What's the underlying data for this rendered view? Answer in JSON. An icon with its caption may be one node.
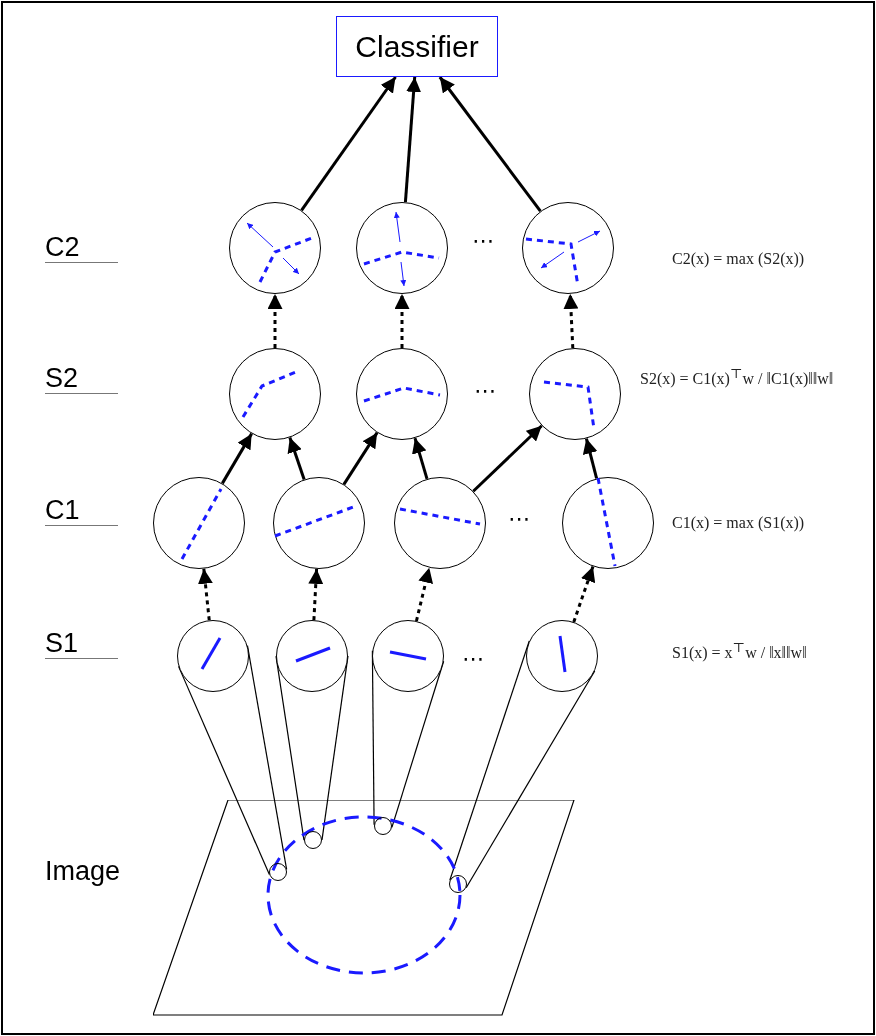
{
  "diagram": {
    "nodes": [
      {
        "text": [
          "Classifier"
        ]
      },
      {
        "text": [],
        "shape": "circle"
      },
      {
        "text": [],
        "shape": "circle"
      },
      {
        "text": [],
        "shape": "circle"
      },
      {
        "text": [],
        "shape": "circle"
      },
      {
        "text": [],
        "shape": "circle"
      },
      {
        "text": [],
        "shape": "circle"
      },
      {
        "text": [],
        "shape": "circle"
      },
      {
        "text": [],
        "shape": "circle"
      },
      {
        "text": [],
        "shape": "circle"
      },
      {
        "text": [],
        "shape": "circle"
      },
      {
        "text": [],
        "shape": "circle"
      },
      {
        "text": [],
        "shape": "circle"
      },
      {
        "text": [],
        "shape": "circle"
      },
      {
        "text": [],
        "shape": "circle"
      },
      {
        "text": [],
        "shape": "picture",
        "beside": [
          "Image"
        ]
      },
      {
        "text": [],
        "shape": "circle",
        "in": 15
      },
      {
        "text": [],
        "shape": "circle",
        "in": 15
      },
      {
        "text": [],
        "shape": "circle",
        "in": 15
      },
      {
        "text": [],
        "shape": "circle",
        "in": 15
      }
    ],
    "edges": [
      {
        "from": 1,
        "to": 0,
        "arrow": "to"
      },
      {
        "from": 2,
        "to": 0,
        "arrow": "to"
      },
      {
        "from": 3,
        "to": 0,
        "arrow": "to"
      },
      {
        "from": 4,
        "to": 1,
        "arrow": "to",
        "style": "dashed"
      },
      {
        "from": 5,
        "to": 2,
        "arrow": "to",
        "style": "dashed"
      },
      {
        "from": 6,
        "to": 3,
        "arrow": "to",
        "style": "dashed"
      },
      {
        "from": 7,
        "to": 4,
        "arrow": "to"
      },
      {
        "from": 8,
        "to": 4,
        "arrow": "to"
      },
      {
        "from": 8,
        "to": 5,
        "arrow": "to"
      },
      {
        "from": 9,
        "to": 5,
        "arrow": "to"
      },
      {
        "from": 9,
        "to": 6,
        "arrow": "to"
      },
      {
        "from": 10,
        "to": 6,
        "arrow": "to"
      },
      {
        "from": 11,
        "to": 7,
        "arrow": "to",
        "style": "dashed"
      },
      {
        "from": 12,
        "to": 8,
        "arrow": "to",
        "style": "dashed"
      },
      {
        "from": 13,
        "to": 9,
        "arrow": "to",
        "style": "dashed"
      },
      {
        "from": 14,
        "to": 10,
        "arrow": "to",
        "style": "dashed"
      },
      {
        "from": 16,
        "to": 11,
        "arrow": "none"
      },
      {
        "from": 16,
        "to": 11,
        "arrow": "none"
      },
      {
        "from": 17,
        "to": 12,
        "arrow": "none"
      },
      {
        "from": 17,
        "to": 12,
        "arrow": "none"
      },
      {
        "from": 18,
        "to": 13,
        "arrow": "none"
      },
      {
        "from": 18,
        "to": 13,
        "arrow": "none"
      },
      {
        "from": 19,
        "to": 14,
        "arrow": "none"
      },
      {
        "from": 19,
        "to": 14,
        "arrow": "none"
      }
    ],
    "labels": [
      "C2",
      "⋯",
      "C2(x) = max (S2(x))",
      "S2",
      "⋯",
      "S2(x) = C1(x)$^{⊤}$w / ‖C1(x)‖‖w‖",
      "C1",
      "⋯",
      "C1(x) = max (S1(x))",
      "S1",
      "⋯",
      "S1(x) = x$^{⊤}$w / ‖x‖‖w‖"
    ]
  }
}
